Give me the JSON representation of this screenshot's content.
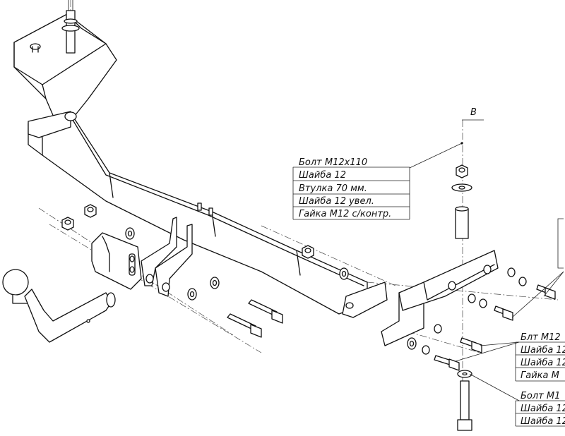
{
  "view_label": "B",
  "callouts": [
    {
      "lines": [
        "Болт М12х110",
        "Шайба 12",
        "Втулка 70 мм.",
        "Шайба 12 увел.",
        "Гайка М12 с/контр."
      ]
    },
    {
      "lines": [
        "Блт М12",
        "Шайба 12",
        "Шайба 12",
        "Гайка М"
      ]
    },
    {
      "lines": [
        "Болт М1",
        "Шайба 12",
        "Шайба 12"
      ]
    }
  ],
  "colors": {
    "line": "#111111",
    "background": "#ffffff"
  },
  "icons": [
    "bolt-icon",
    "nut-icon",
    "washer-icon",
    "sleeve-icon",
    "tow-ball-icon"
  ]
}
